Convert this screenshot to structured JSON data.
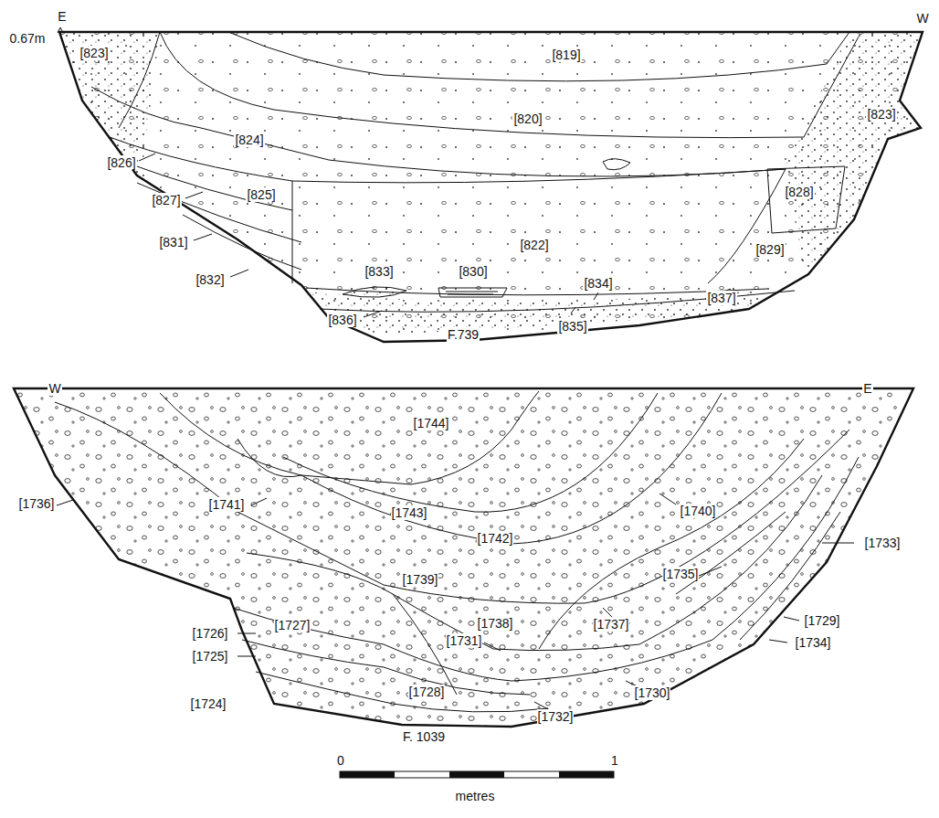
{
  "diagram": {
    "labels": [
      "0.67m",
      "E",
      "W",
      "[823]",
      "[823]",
      "[819]",
      "[820]",
      "[824]",
      "[826]",
      "[825]",
      "[827]",
      "[828]",
      "[831]",
      "[822]",
      "[829]",
      "[832]",
      "[833]",
      "[830]",
      "[834]",
      "[837]",
      "[836]",
      "[835]",
      "F.739",
      "W",
      "E",
      "[1744]",
      "[1736]",
      "[1741]",
      "[1743]",
      "[1740]",
      "[1742]",
      "[1733]",
      "[1739]",
      "[1735]",
      "[1738]",
      "[1727]",
      "[1737]",
      "[1729]",
      "[1726]",
      "[1731]",
      "[1734]",
      "[1725]",
      "[1728]",
      "[1730]",
      "[1724]",
      "[1732]",
      "F. 1039",
      "0",
      "1",
      "metres"
    ]
  }
}
